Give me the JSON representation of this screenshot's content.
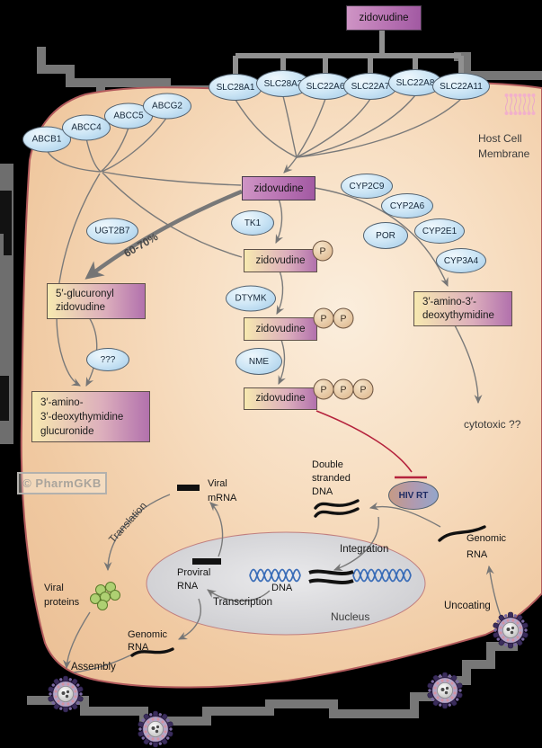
{
  "watermark": "© PharmGKB",
  "drug": "zidovudine",
  "membrane": {
    "line1": "Host Cell",
    "line2": "Membrane"
  },
  "influx": [
    "SLC28A1",
    "SLC28A3",
    "SLC22A6",
    "SLC22A7",
    "SLC22A8",
    "SLC22A11"
  ],
  "efflux": [
    "ABCB1",
    "ABCC4",
    "ABCC5",
    "ABCG2"
  ],
  "enzymes": {
    "tk1": "TK1",
    "dtymk": "DTYMK",
    "nme": "NME",
    "ugt2b7": "UGT2B7",
    "cyp2c9": "CYP2C9",
    "cyp2a6": "CYP2A6",
    "por": "POR",
    "cyp2e1": "CYP2E1",
    "cyp3a4": "CYP3A4",
    "unknown": "???",
    "hivrt": "HIV RT"
  },
  "metabolites": {
    "zidovudine": "zidovudine",
    "phosphate": "P",
    "glucuronyl": {
      "line1": "5′-glucuronyl",
      "line2": "zidovudine"
    },
    "amt": {
      "line1": "3′-amino-3′-",
      "line2": "deoxythymidine"
    },
    "amt_glucuronide": {
      "line1": "3′-amino-",
      "line2": "3′-deoxythymidine",
      "line3": "glucuronide"
    },
    "percent": "60-70%",
    "cytotoxic": "cytotoxic ??"
  },
  "viral": {
    "viral_mrna": {
      "line1": "Viral",
      "line2": "mRNA"
    },
    "translation": "Translation",
    "proviral": {
      "line1": "Proviral",
      "line2": "RNA"
    },
    "dna": "DNA",
    "transcription": "Transcription",
    "integration": "Integration",
    "nucleus": "Nucleus",
    "double_stranded": {
      "line1": "Double",
      "line2": "stranded",
      "line3": "DNA"
    },
    "genomic_right": {
      "line1": "Genomic",
      "line2": "RNA"
    },
    "genomic_left": {
      "line1": "Genomic",
      "line2": "RNA"
    },
    "uncoating": "Uncoating",
    "viral_proteins": {
      "line1": "Viral",
      "line2": "proteins"
    },
    "assembly": "Assembly"
  },
  "colors": {
    "node_purple": "#b06cb0",
    "node_blue": "#bcdcf0",
    "metabolite_yellow": "#f6e7ab",
    "metabolite_purple": "#b271ad",
    "inhibition_red": "#b5233d",
    "dna_blue": "#3a6db8",
    "protein_green": "#9cc45e",
    "cell_fill": "#f3d4b2",
    "membrane_border": "#b25a5c"
  }
}
